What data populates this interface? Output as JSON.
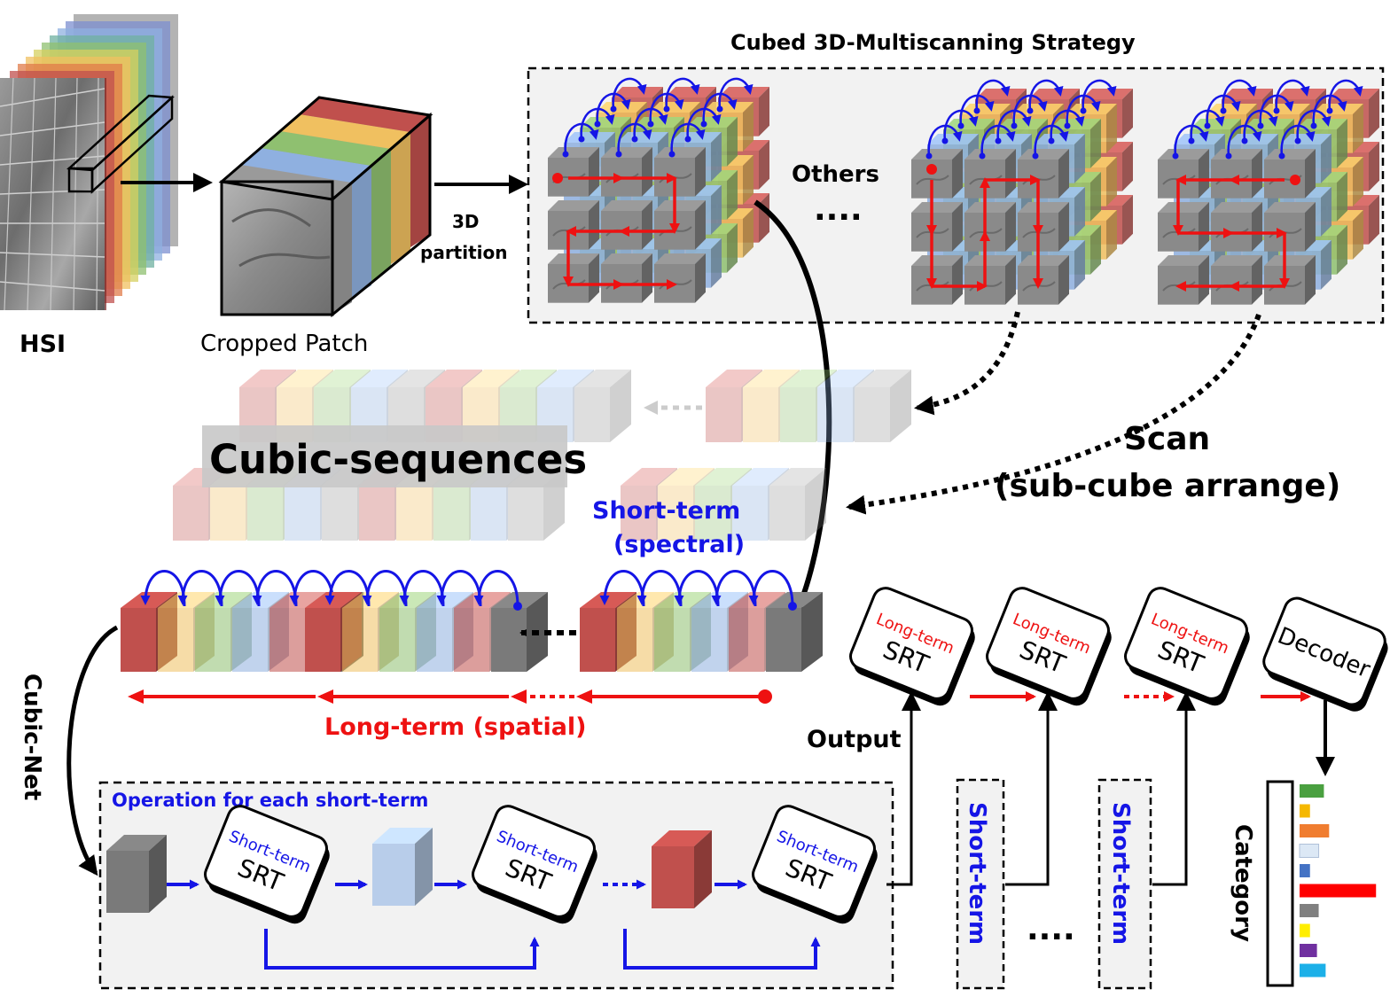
{
  "labels": {
    "hsi": "HSI",
    "cropped_patch": "Cropped Patch",
    "partition_line1": "3D",
    "partition_line2": "partition",
    "strategy_title": "Cubed 3D-Multiscanning Strategy",
    "others": "Others",
    "ellipsis": "....",
    "cubic_sequences": "Cubic-sequences",
    "scan_line1": "Scan",
    "scan_line2": "(sub-cube arrange)",
    "short_term_line1": "Short-term",
    "short_term_line2": "(spectral)",
    "long_term": "Long-term (spatial)",
    "cubic_net": "Cubic-Net",
    "operation": "Operation for each short-term",
    "output": "Output",
    "long_term_small": "Long-term",
    "srt": "SRT",
    "short_term_small": "Short-term",
    "decoder": "Decoder",
    "short_term_vertical": "Short-term",
    "bottom_ellipsis": "....",
    "category": "Category"
  },
  "colors": {
    "red_arrow": "#ee1111",
    "blue_arrow": "#1515e6",
    "black": "#000000",
    "panel_bg": "#f2f2f2",
    "gray_cube": "#808080",
    "bands": [
      "#c0504d",
      "#f0c060",
      "#8fc070",
      "#8fb0e0",
      "#9a9a9a"
    ]
  },
  "category_bars": [
    {
      "color": "#4aa040",
      "value": 0.28
    },
    {
      "color": "#f5b800",
      "value": 0.12
    },
    {
      "color": "#f07d30",
      "value": 0.34
    },
    {
      "color": "#dce8f5",
      "value": 0.22
    },
    {
      "color": "#4472c4",
      "value": 0.12
    },
    {
      "color": "#ff0000",
      "value": 0.88
    },
    {
      "color": "#808080",
      "value": 0.22
    },
    {
      "color": "#ffee00",
      "value": 0.12
    },
    {
      "color": "#7030a0",
      "value": 0.2
    },
    {
      "color": "#1cb0e8",
      "value": 0.3
    }
  ]
}
